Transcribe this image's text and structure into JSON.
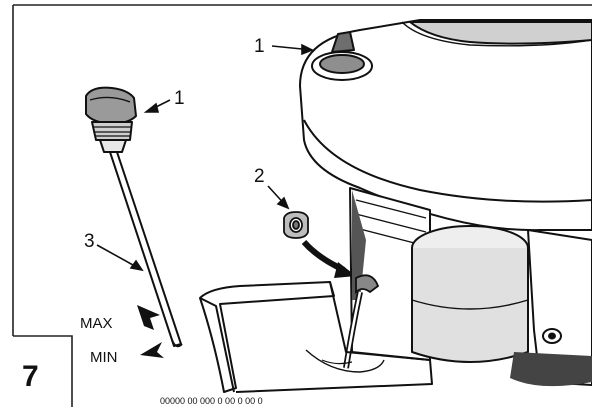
{
  "step_number": "7",
  "callouts": {
    "cap_on_dipstick": "1",
    "cap_on_engine": "1",
    "drain_plug": "2",
    "dipstick": "3"
  },
  "levels": {
    "max": "MAX",
    "min": "MIN"
  },
  "footer_code": "00000 00 000 0 00 0 00 0"
}
